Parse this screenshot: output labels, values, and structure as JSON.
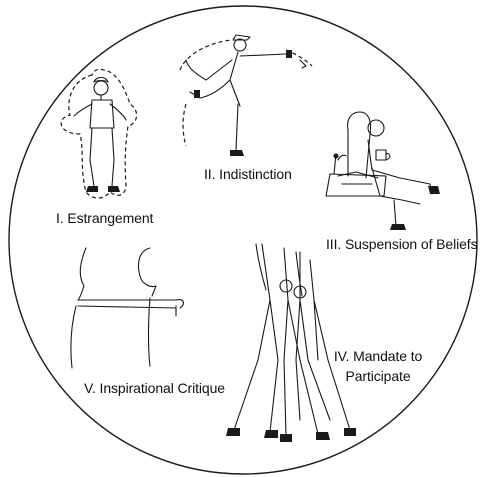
{
  "labels": {
    "estrangement": "I. Estrangement",
    "indistinction": "II. Indistinction",
    "suspension": "III. Suspension of Beliefs",
    "mandate_line1": "IV. Mandate to",
    "mandate_line2": "Participate",
    "critique": "V. Inspirational Critique"
  }
}
